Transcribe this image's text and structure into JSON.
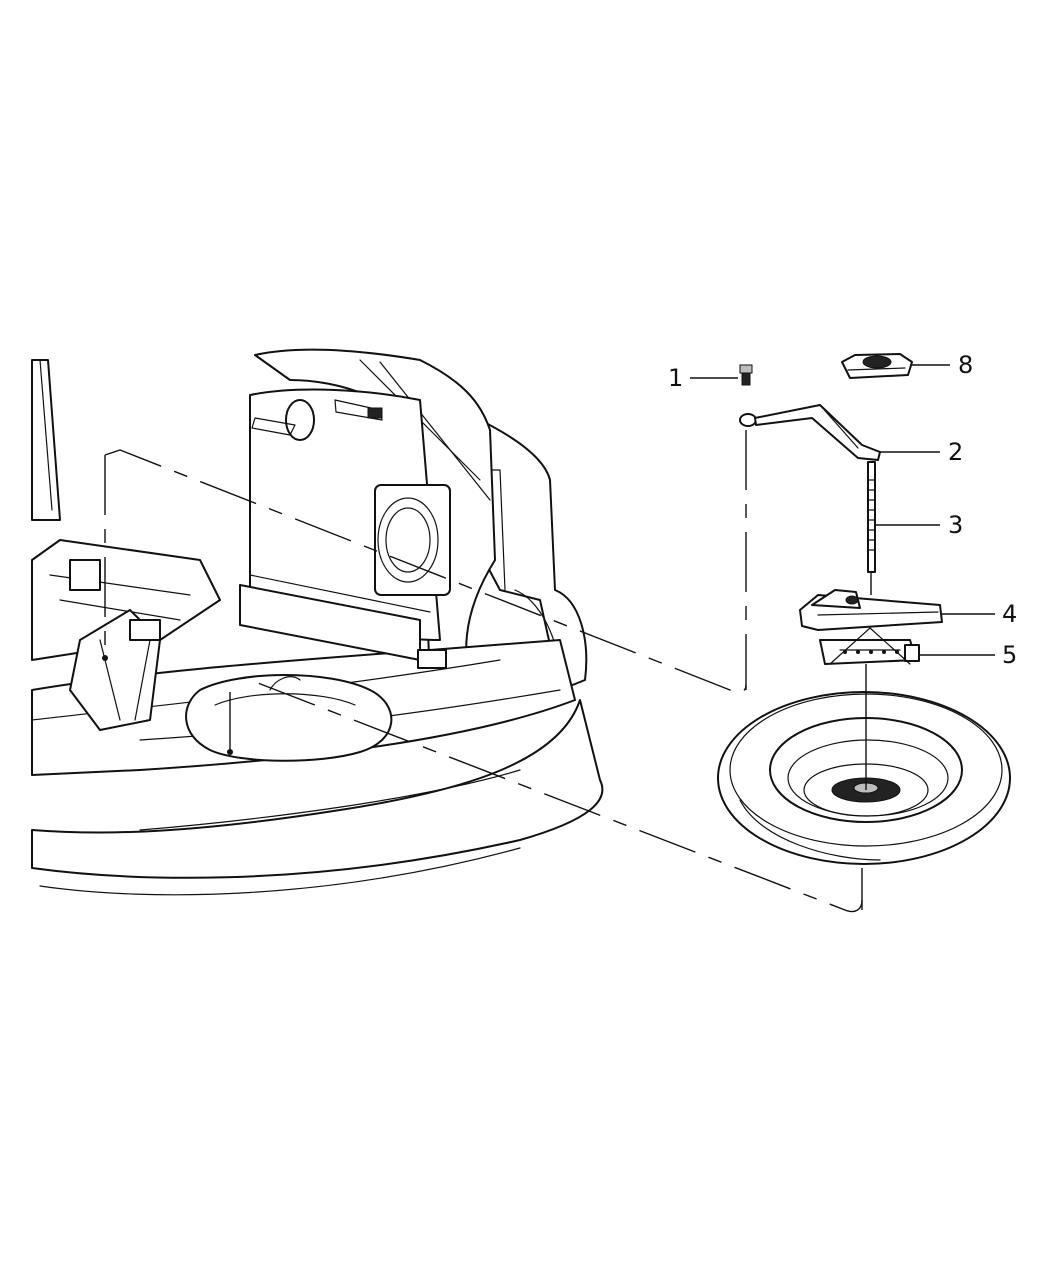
{
  "callouts": {
    "c1": "1",
    "c2": "2",
    "c3": "3",
    "c4": "4",
    "c5": "5",
    "c8": "8"
  }
}
